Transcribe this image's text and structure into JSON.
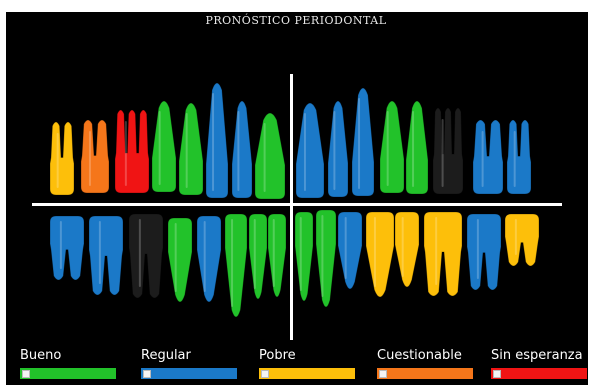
{
  "title": "PRONÓSTICO PERIODONTAL",
  "legend": [
    {
      "label": "Bueno",
      "color": "#22c22a"
    },
    {
      "label": "Regular",
      "color": "#1b79c8"
    },
    {
      "label": "Pobre",
      "color": "#fdbf0a"
    },
    {
      "label": "Cuestionable",
      "color": "#f5761a"
    },
    {
      "label": "Sin esperanza",
      "color": "#f01414"
    }
  ],
  "colors": {
    "bueno": "#22c22a",
    "regular": "#1b79c8",
    "pobre": "#fdbf0a",
    "cuestionable": "#f5761a",
    "sin_esperanza": "#f01414",
    "ausente": "#1c1c1c"
  },
  "upper_teeth": [
    "pobre",
    "cuestionable",
    "sin_esperanza",
    "bueno",
    "bueno",
    "regular",
    "regular",
    "bueno",
    "regular",
    "regular",
    "regular",
    "bueno",
    "bueno",
    "ausente",
    "regular",
    "regular"
  ],
  "lower_teeth": [
    "regular",
    "regular",
    "ausente",
    "bueno",
    "regular",
    "bueno",
    "bueno",
    "bueno",
    "bueno",
    "bueno",
    "regular",
    "pobre",
    "pobre",
    "pobre",
    "regular",
    "pobre"
  ]
}
